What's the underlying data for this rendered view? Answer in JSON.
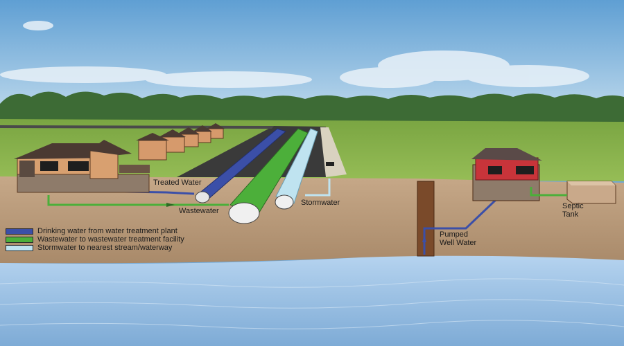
{
  "labels": {
    "treated_water": "Treated Water",
    "wastewater": "Wastewater",
    "stormwater": "Stormwater",
    "septic_tank_line1": "Septic",
    "septic_tank_line2": "Tank",
    "pumped_line1": "Pumped",
    "pumped_line2": "Well Water"
  },
  "legend": [
    {
      "text": "Drinking water from water treatment plant",
      "color": "#3b4fa8"
    },
    {
      "text": "Wastewater to wastewater treatment facility",
      "color": "#4caf3a"
    },
    {
      "text": "Stormwater to nearest stream/waterway",
      "color": "#bfe3f0"
    }
  ],
  "colors": {
    "sky_top": "#5f9fd3",
    "sky_bottom": "#b9d7ea",
    "grass": "#86b04a",
    "soil": "#b89a7a",
    "water": "#8fb9df",
    "drinking_pipe": "#3b4fa8",
    "waste_pipe": "#4caf3a",
    "storm_pipe": "#bfe3f0"
  }
}
